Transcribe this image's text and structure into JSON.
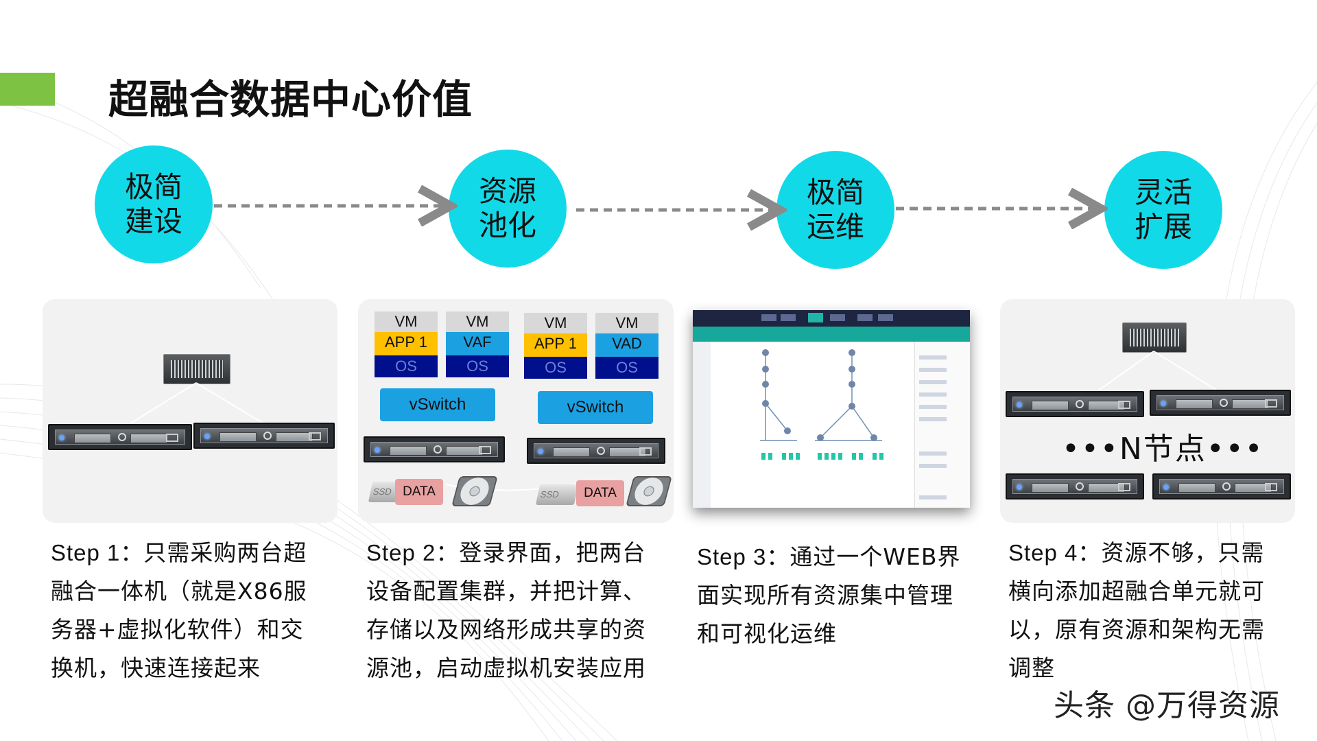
{
  "title": "超融合数据中心价值",
  "colors": {
    "accent": "#7dc242",
    "circle": "#12d9e8",
    "vswitch": "#1ba1e2",
    "os": "#000f8c"
  },
  "steps": [
    {
      "label": "极简建设",
      "line1": "极简",
      "line2": "建设",
      "caption": {
        "lead": "Step 1：",
        "text": [
          "只需采购两台超",
          "融合一体机（就是X86服",
          "务器+虚拟化软件）和交",
          "换机，快速连接起来"
        ]
      }
    },
    {
      "label": "资源池化",
      "line1": "资源",
      "line2": "池化",
      "caption": {
        "lead": "Step 2：",
        "text": [
          "登录界面，把两台",
          "设备配置集群，并把计算、",
          "存储以及网络形成共享的资",
          "源池，启动虚拟机安装应用"
        ]
      }
    },
    {
      "label": "极简运维",
      "line1": "极简",
      "line2": "运维",
      "caption": {
        "lead": "Step 3：",
        "text": [
          "通过一个WEB界",
          "面实现所有资源集中管理",
          "和可视化运维"
        ]
      }
    },
    {
      "label": "灵活扩展",
      "line1": "灵活",
      "line2": "扩展",
      "caption": {
        "lead": "Step 4：",
        "text": [
          "资源不够，只需",
          "横向添加超融合单元就可",
          "以，原有资源和架构无需",
          "调整"
        ]
      }
    }
  ],
  "diagram2": {
    "vm_label": "VM",
    "vms": [
      {
        "vm": "VM",
        "app": "APP 1",
        "os": "OS",
        "app_color": "#ffc000"
      },
      {
        "vm": "VM",
        "app": "VAF",
        "os": "OS",
        "app_color": "#1ba1e2"
      },
      {
        "vm": "VM",
        "app": "APP 1",
        "os": "OS",
        "app_color": "#ffc000"
      },
      {
        "vm": "VM",
        "app": "VAD",
        "os": "OS",
        "app_color": "#1ba1e2"
      }
    ],
    "vswitch": "vSwitch",
    "data": "DATA",
    "ssd": "SSD"
  },
  "diagram4": {
    "nodes_label": "•••N节点•••"
  },
  "watermark": "头条 @万得资源"
}
